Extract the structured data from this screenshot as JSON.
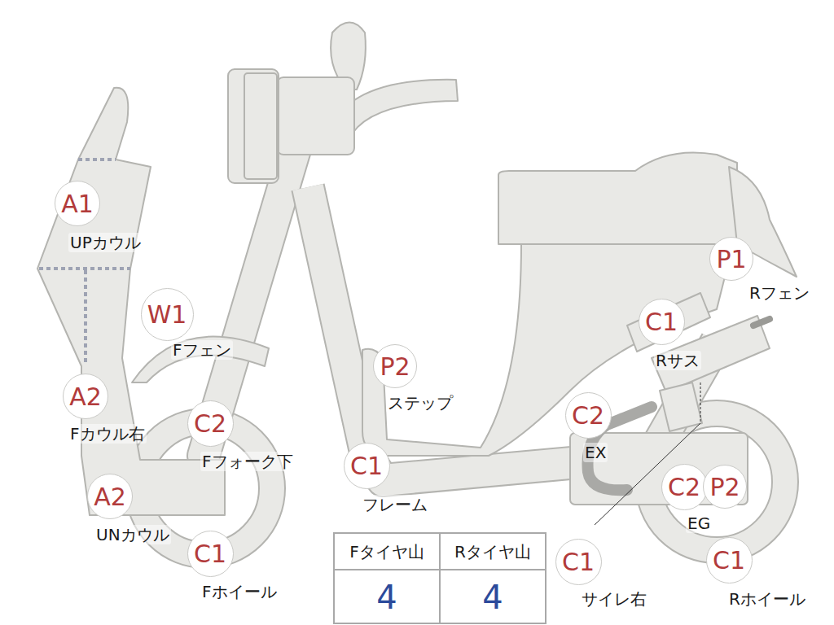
{
  "diagram": {
    "nodes": [
      {
        "text": [
          "A1",
          "UPカウル"
        ]
      },
      {
        "text": [
          "W1",
          "Fフェン"
        ]
      },
      {
        "text": [
          "A2",
          "Fカウル右"
        ]
      },
      {
        "text": [
          "C2",
          "Fフォーク下"
        ]
      },
      {
        "text": [
          "A2",
          "UNカウル"
        ]
      },
      {
        "text": [
          "C1",
          "Fホイール"
        ]
      },
      {
        "text": [
          "P2",
          "ステップ"
        ]
      },
      {
        "text": [
          "C1",
          "フレーム"
        ]
      },
      {
        "text": [
          "P1",
          "Rフェン"
        ]
      },
      {
        "text": [
          "C1",
          "Rサス"
        ]
      },
      {
        "text": [
          "C2",
          "EX"
        ]
      },
      {
        "text": [
          "C2",
          "EG"
        ]
      },
      {
        "text": [
          "P2"
        ]
      },
      {
        "text": [
          "C1",
          "サイレ右"
        ]
      },
      {
        "text": [
          "C1",
          "Rホイール"
        ]
      }
    ],
    "labels": [
      "Fタイヤ山",
      "Rタイヤ山",
      "4",
      "4"
    ]
  }
}
